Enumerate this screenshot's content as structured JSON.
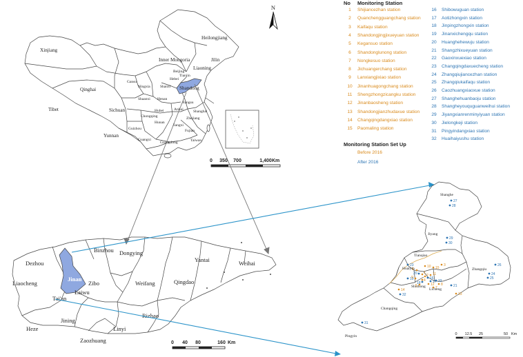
{
  "legend": {
    "col_no": "No",
    "col_station": "Monitoring Station",
    "setup_title": "Monitoring Station Set Up",
    "before_label": "Before 2016",
    "after_label": "After 2016",
    "before_color": "#d98a1c",
    "after_color": "#2c74b3",
    "stations": [
      {
        "no": "1",
        "name": "Shijiancezhan station",
        "period": "before"
      },
      {
        "no": "2",
        "name": "Quanchengguangchang station",
        "period": "before"
      },
      {
        "no": "3",
        "name": "Kaifaqu station",
        "period": "before"
      },
      {
        "no": "4",
        "name": "Shandongjingjixueyuan station",
        "period": "before"
      },
      {
        "no": "5",
        "name": "Kegansuo station",
        "period": "before"
      },
      {
        "no": "6",
        "name": "Shandonglunong station",
        "period": "before"
      },
      {
        "no": "7",
        "name": "Nongkesuo station",
        "period": "before"
      },
      {
        "no": "8",
        "name": "Jichuangerchang station",
        "period": "before"
      },
      {
        "no": "9",
        "name": "Lanxiangjixiao station",
        "period": "before"
      },
      {
        "no": "10",
        "name": "Jinanhuagongchang station",
        "period": "before"
      },
      {
        "no": "11",
        "name": "Shengzhongzicangku station",
        "period": "before"
      },
      {
        "no": "12",
        "name": "Jinanbaosheng station",
        "period": "before"
      },
      {
        "no": "13",
        "name": "Shandongjianzhudaxue station",
        "period": "before"
      },
      {
        "no": "14",
        "name": "Changqingdangxiao station",
        "period": "before"
      },
      {
        "no": "15",
        "name": "Paomaling station",
        "period": "before"
      },
      {
        "no": "16",
        "name": "Shibowuguan station",
        "period": "after"
      },
      {
        "no": "17",
        "name": "Aotizhongxin station",
        "period": "after"
      },
      {
        "no": "18",
        "name": "Jinpingzhongxin station",
        "period": "after"
      },
      {
        "no": "19",
        "name": "Jinanxichengqu station",
        "period": "after"
      },
      {
        "no": "20",
        "name": "Huanghehewuju station",
        "period": "after"
      },
      {
        "no": "21",
        "name": "Shangzhixueyuan station",
        "period": "after"
      },
      {
        "no": "22",
        "name": "Gaoxinxuexiao station",
        "period": "after"
      },
      {
        "no": "23",
        "name": "Changqingdaxuecheng station",
        "period": "after"
      },
      {
        "no": "24",
        "name": "Zhangqiujiancezhan station",
        "period": "after"
      },
      {
        "no": "25",
        "name": "Zhangqiukaifaqu station",
        "period": "after"
      },
      {
        "no": "26",
        "name": "Caozhuangxiaoxue station",
        "period": "after"
      },
      {
        "no": "27",
        "name": "Shanghehuanbaoju station",
        "period": "after"
      },
      {
        "no": "28",
        "name": "Shangheyouquguanweihui station",
        "period": "after"
      },
      {
        "no": "29",
        "name": "Jiyangxianrenminyiyuan station",
        "period": "after"
      },
      {
        "no": "30",
        "name": "Jielongkeji station",
        "period": "after"
      },
      {
        "no": "31",
        "name": "Pingyindangxiao station",
        "period": "after"
      },
      {
        "no": "32",
        "name": "Huaihaiyushu station",
        "period": "after"
      }
    ]
  },
  "north_arrow": {
    "label": "N"
  },
  "china_map": {
    "highlight_color": "#8fa8e0",
    "provinces": [
      "Heilongjiang",
      "Xinjiang",
      "Inner Mongoria",
      "Jilin",
      "Beijing",
      "Liaoning",
      "Tianjin",
      "Hebei",
      "Gansu",
      "Ningxia",
      "Shanxi",
      "Shandong",
      "Qinghai",
      "Tibet",
      "Shaanxi",
      "Henan",
      "Jiangsu",
      "Sichuan",
      "Hubei",
      "Anhui",
      "Shanghai",
      "Chongqing",
      "Zhejiang",
      "Hunan",
      "Jiangxi",
      "Guizhou",
      "Fujian",
      "Yunnan",
      "Guangxi",
      "Guangdong",
      "Taiwan"
    ],
    "scale": {
      "ticks": [
        "0",
        "350",
        "700",
        "1,400"
      ],
      "unit": "Km"
    }
  },
  "shandong_map": {
    "cities": [
      "Binzhou",
      "Dongying",
      "Dezhou",
      "Yantai",
      "Weihai",
      "Liaocheng",
      "Jinan",
      "Zibo",
      "Weifang",
      "Qingdao",
      "Laiwu",
      "Tai'an",
      "Rizhao",
      "Heze",
      "Jining",
      "Linyi",
      "Zaozhuang"
    ],
    "scale": {
      "ticks": [
        "0",
        "40",
        "80",
        "160"
      ],
      "unit": "Km"
    }
  },
  "jinan_map": {
    "districts": [
      "Shanghe",
      "Jiyang",
      "Tianqiao",
      "Huaiyin",
      "Shizhong",
      "Licheng",
      "Zhangqiu",
      "Changqing",
      "Pingyin"
    ],
    "scale": {
      "ticks": [
        "0",
        "12.5",
        "25",
        "50"
      ],
      "unit": "Km"
    }
  }
}
